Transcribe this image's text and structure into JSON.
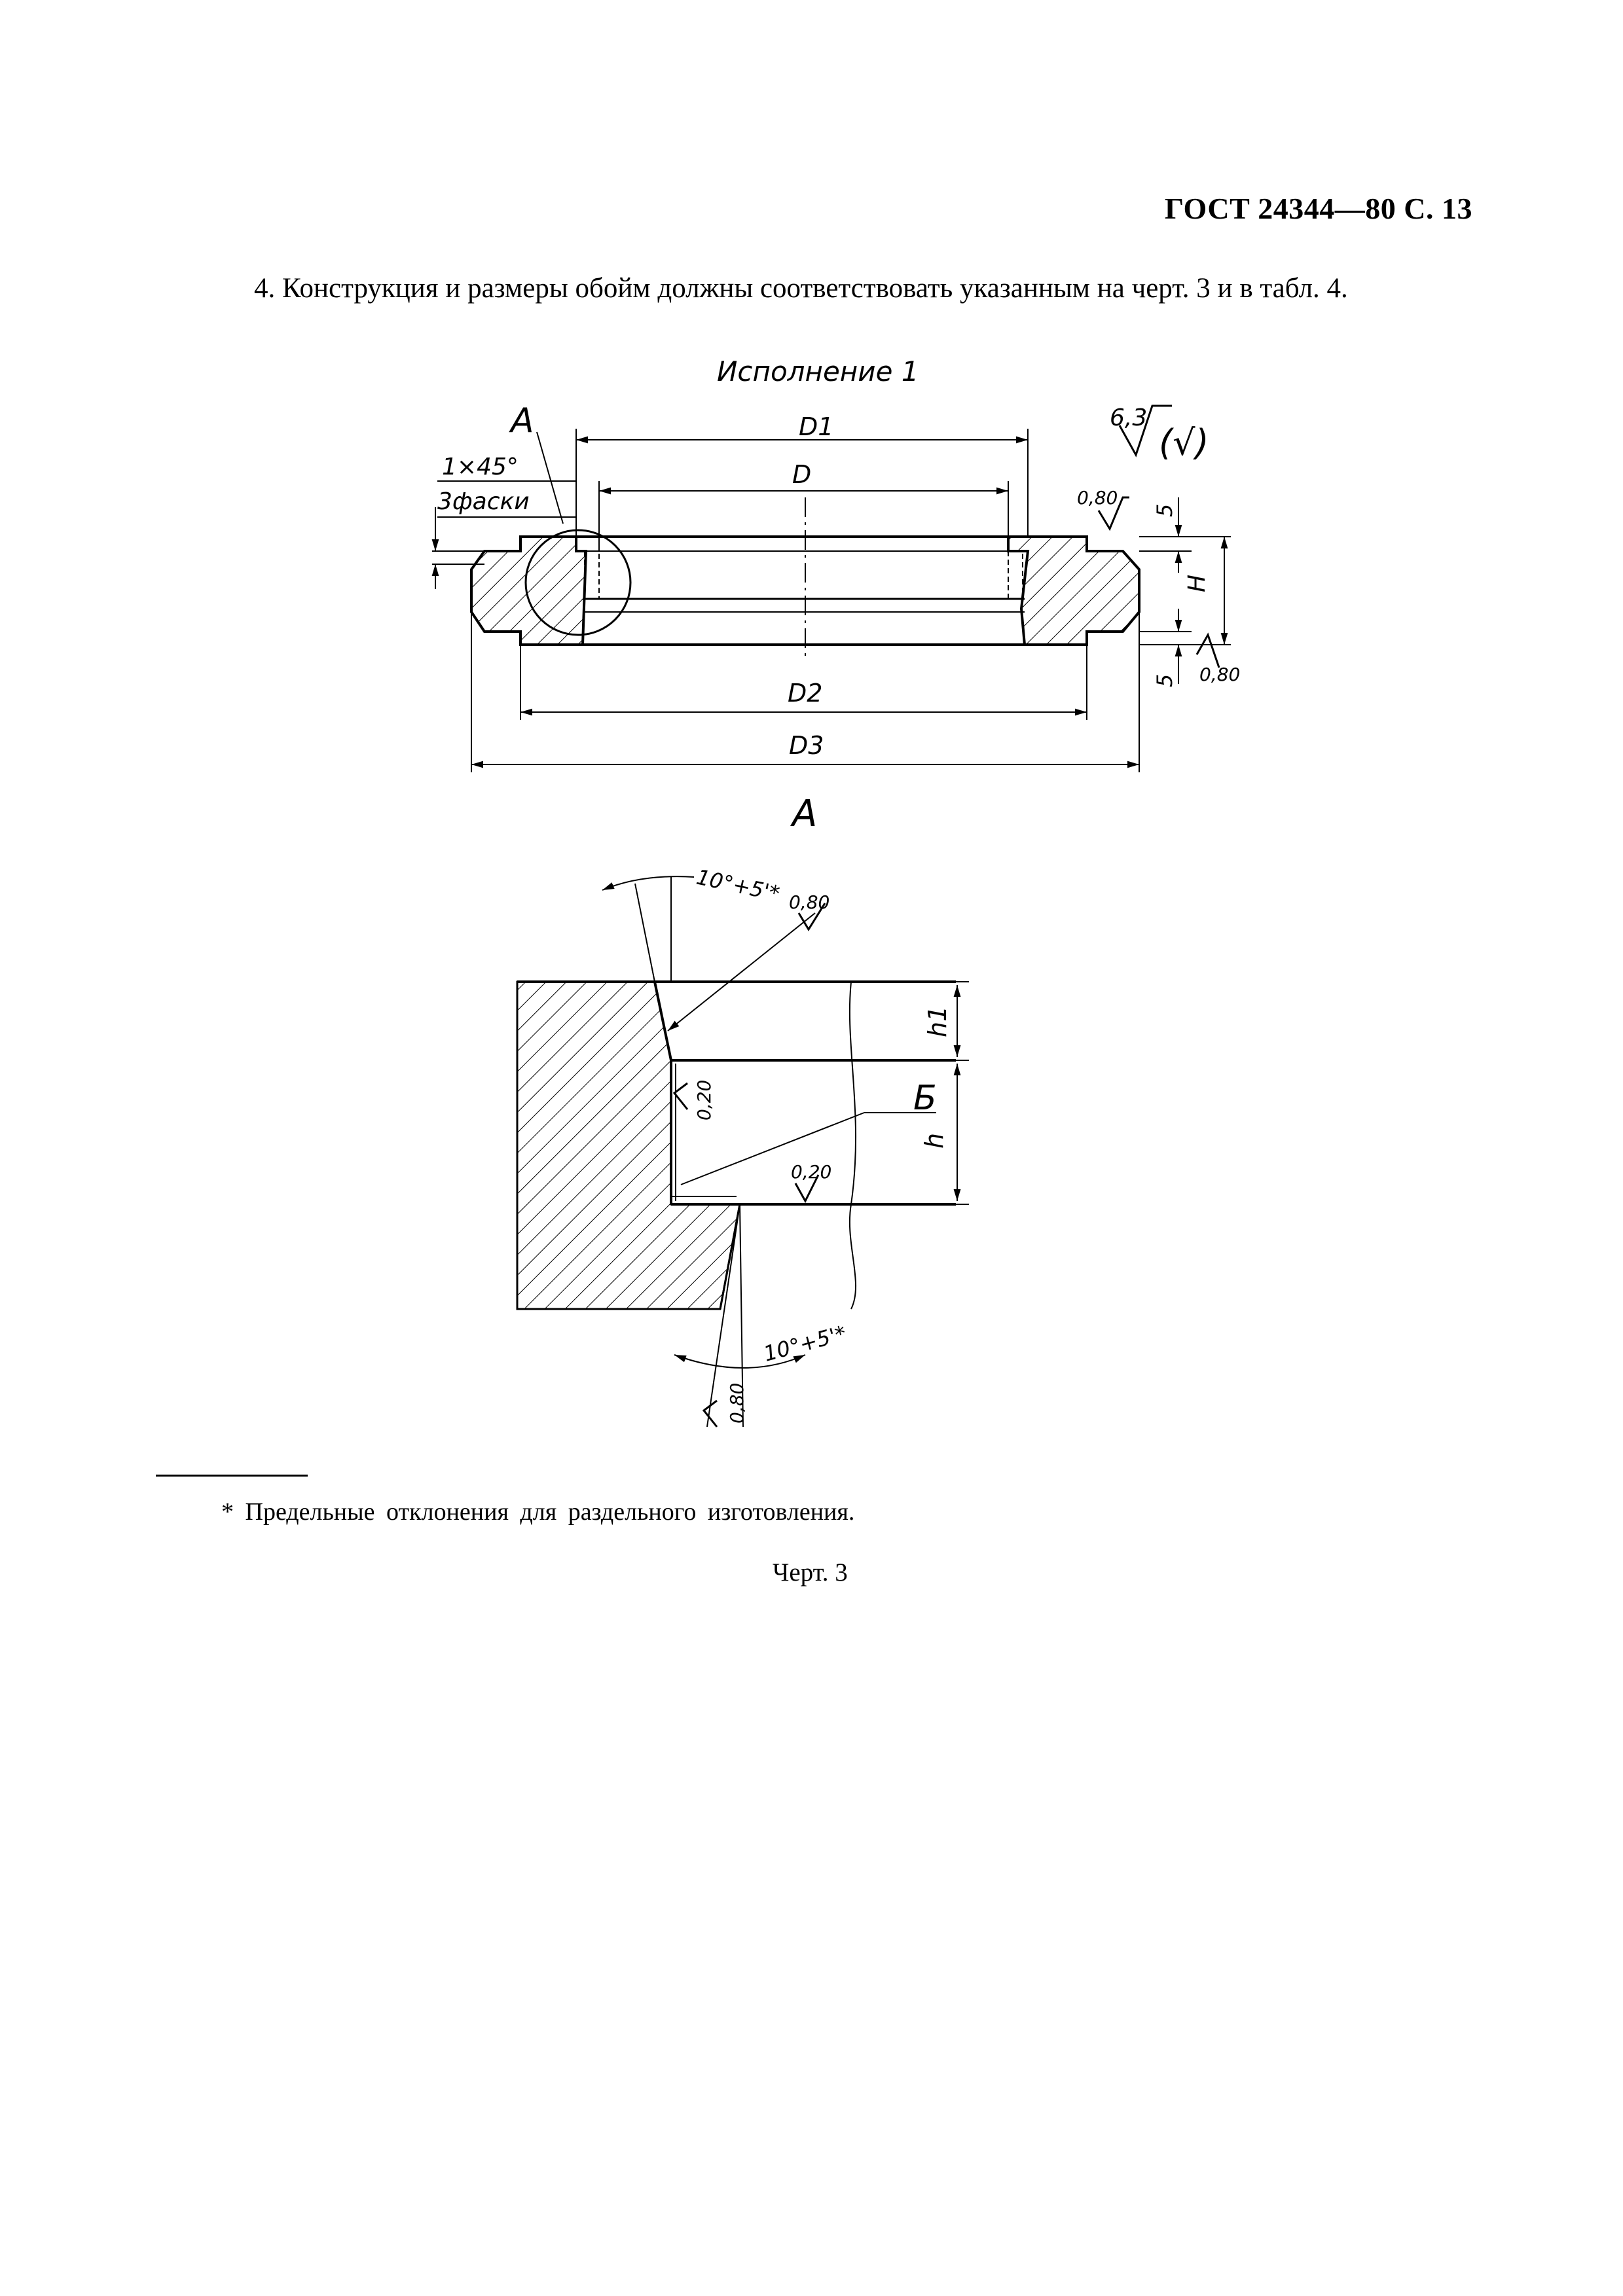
{
  "page": {
    "header": "ГОСТ 24344—80 С. 13",
    "intro": "4. Конструкция и размеры обойм должны соответствовать указанным на черт. 3 и в табл. 4.",
    "footnote": "* Предельные отклонения для раздельного изготовления.",
    "caption": "Черт. 3"
  },
  "drawing": {
    "variant_title": "Исполнение 1",
    "detail_label": "A",
    "section_title": "A",
    "view_label": "Б",
    "chamfer": "1×45°",
    "chamfer_note": "3фаски",
    "roughness_general": "6,3",
    "roughness_general_paren": "(√)",
    "roughness_080": "0,80",
    "roughness_020": "0,20",
    "dims": {
      "D1": "D1",
      "D": "D",
      "D2": "D2",
      "D3": "D3",
      "H": "H",
      "h": "h",
      "h1": "h1",
      "offset": "5"
    },
    "angle": "10°+5'*"
  }
}
